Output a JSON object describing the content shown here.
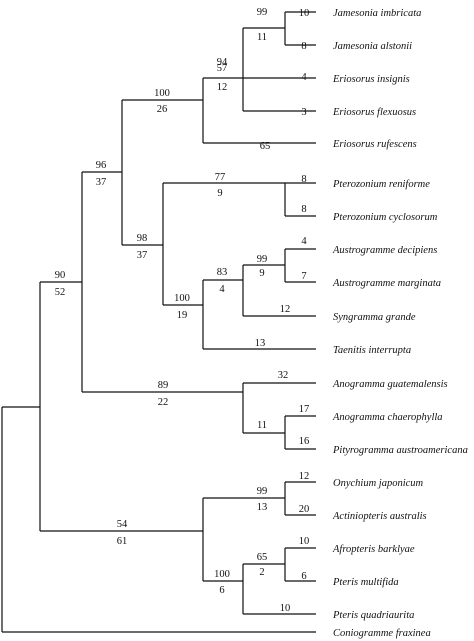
{
  "taxa": [
    "Jamesonia imbricata",
    "Jamesonia alstonii",
    "Eriosorus insignis",
    "Eriosorus flexuosus",
    "Eriosorus rufescens",
    "Pterozonium reniforme",
    "Pterozonium cyclosorum",
    "Austrogramme decipiens",
    "Austrogramme marginata",
    "Syngramma grande",
    "Taenitis interrupta",
    "Anogramma guatemalensis",
    "Anogramma chaerophylla",
    "Pityrogramma austroamericana",
    "Onychium japonicum",
    "Actiniopteris australis",
    "Afropteris barklyae",
    "Pteris multifida",
    "Pteris quadriaurita",
    "Coniogramme fraxinea"
  ],
  "tip_branch_lengths": [
    "10",
    "8",
    "4",
    "3",
    "65",
    "8",
    "8",
    "4",
    "7",
    "12",
    "13",
    "32",
    "17",
    "16",
    "12",
    "20",
    "10",
    "6",
    "10"
  ],
  "internal_nodes": [
    {
      "id": "n1",
      "support": "99",
      "length": "11"
    },
    {
      "id": "n2",
      "support": "94",
      "length": "12"
    },
    {
      "id": "n2b",
      "support": "",
      "length": "57"
    },
    {
      "id": "n3",
      "support": "100",
      "length": "26"
    },
    {
      "id": "n4",
      "support": "77",
      "length": "9"
    },
    {
      "id": "n5",
      "support": "99",
      "length": "9"
    },
    {
      "id": "n6",
      "support": "83",
      "length": "4"
    },
    {
      "id": "n7",
      "support": "100",
      "length": "19"
    },
    {
      "id": "n8",
      "support": "98",
      "length": "37"
    },
    {
      "id": "n9",
      "support": "96",
      "length": "37"
    },
    {
      "id": "n10",
      "support": "",
      "length": "11"
    },
    {
      "id": "n11",
      "support": "89",
      "length": "22"
    },
    {
      "id": "n12",
      "support": "90",
      "length": "52"
    },
    {
      "id": "n13",
      "support": "99",
      "length": "13"
    },
    {
      "id": "n14",
      "support": "65",
      "length": "2"
    },
    {
      "id": "n15",
      "support": "100",
      "length": "6"
    },
    {
      "id": "n16",
      "support": "54",
      "length": "61"
    }
  ]
}
